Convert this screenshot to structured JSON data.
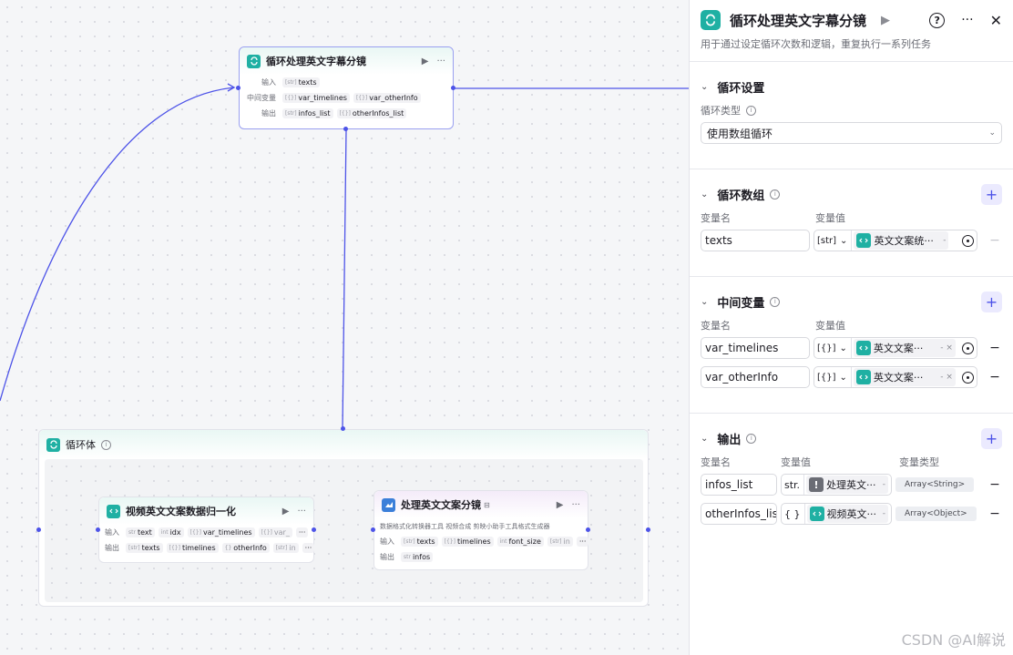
{
  "main_node": {
    "title": "循环处理英文字幕分镜",
    "input_label": "输入",
    "mid_label": "中间变量",
    "output_label": "输出",
    "input": [
      {
        "type": "[str]",
        "name": "texts"
      }
    ],
    "mid": [
      {
        "type": "[{}]",
        "name": "var_timelines"
      },
      {
        "type": "[{}]",
        "name": "var_otherInfo"
      }
    ],
    "output": [
      {
        "type": "[str]",
        "name": "infos_list"
      },
      {
        "type": "[{}]",
        "name": "otherInfos_list"
      }
    ]
  },
  "loop_body": {
    "title": "循环体"
  },
  "node_normalize": {
    "title": "视频英文文案数据归一化",
    "input_label": "输入",
    "output_label": "输出",
    "inputs": [
      {
        "type": "str",
        "name": "text"
      },
      {
        "type": "int",
        "name": "idx"
      },
      {
        "type": "[{}]",
        "name": "var_timelines"
      },
      {
        "type": "[{}]",
        "name": "var_"
      }
    ],
    "outputs": [
      {
        "type": "[str]",
        "name": "texts"
      },
      {
        "type": "[{}]",
        "name": "timelines"
      },
      {
        "type": "{}",
        "name": "otherInfo"
      },
      {
        "type": "[str]",
        "name": "in"
      }
    ]
  },
  "node_process": {
    "title": "处理英文文案分镜",
    "tools": "数据格式化转换器工具 视频合成 剪映小助手工具格式生成器",
    "input_label": "输入",
    "output_label": "输出",
    "inputs": [
      {
        "type": "[str]",
        "name": "texts"
      },
      {
        "type": "[{}]",
        "name": "timelines"
      },
      {
        "type": "int",
        "name": "font_size"
      },
      {
        "type": "[str]",
        "name": "in"
      }
    ],
    "outputs": [
      {
        "type": "str",
        "name": "infos"
      }
    ]
  },
  "panel": {
    "title": "循环处理英文字幕分镜",
    "description": "用于通过设定循环次数和逻辑，重复执行一系列任务",
    "loop_settings": {
      "title": "循环设置",
      "type_label": "循环类型",
      "type_value": "使用数组循环"
    },
    "loop_array": {
      "title": "循环数组",
      "name_col": "变量名",
      "value_col": "变量值",
      "rows": [
        {
          "name": "texts",
          "type": "[str]",
          "ref": "英文文案统···",
          "sep": "-"
        }
      ]
    },
    "mid_vars": {
      "title": "中间变量",
      "name_col": "变量名",
      "value_col": "变量值",
      "rows": [
        {
          "name": "var_timelines",
          "type": "[{}]",
          "ref": "英文文案···",
          "sep": "- ×"
        },
        {
          "name": "var_otherInfo",
          "type": "[{}]",
          "ref": "英文文案···",
          "sep": "- ×"
        }
      ]
    },
    "outputs": {
      "title": "输出",
      "name_col": "变量名",
      "value_col": "变量值",
      "type_col": "变量类型",
      "rows": [
        {
          "name": "infos_list",
          "type": "str.",
          "ref": "处理英文···",
          "sep": "-",
          "vartype": "Array<String>",
          "icon": "warning-icon"
        },
        {
          "name": "otherInfos_lis",
          "type": "{ }",
          "ref": "视频英文···",
          "sep": "-",
          "vartype": "Array<Object>",
          "icon": "code-icon"
        }
      ]
    }
  },
  "watermark": "CSDN @AI解说",
  "colors": {
    "accent": "#4d53e8",
    "teal": "#1fb0a3"
  }
}
